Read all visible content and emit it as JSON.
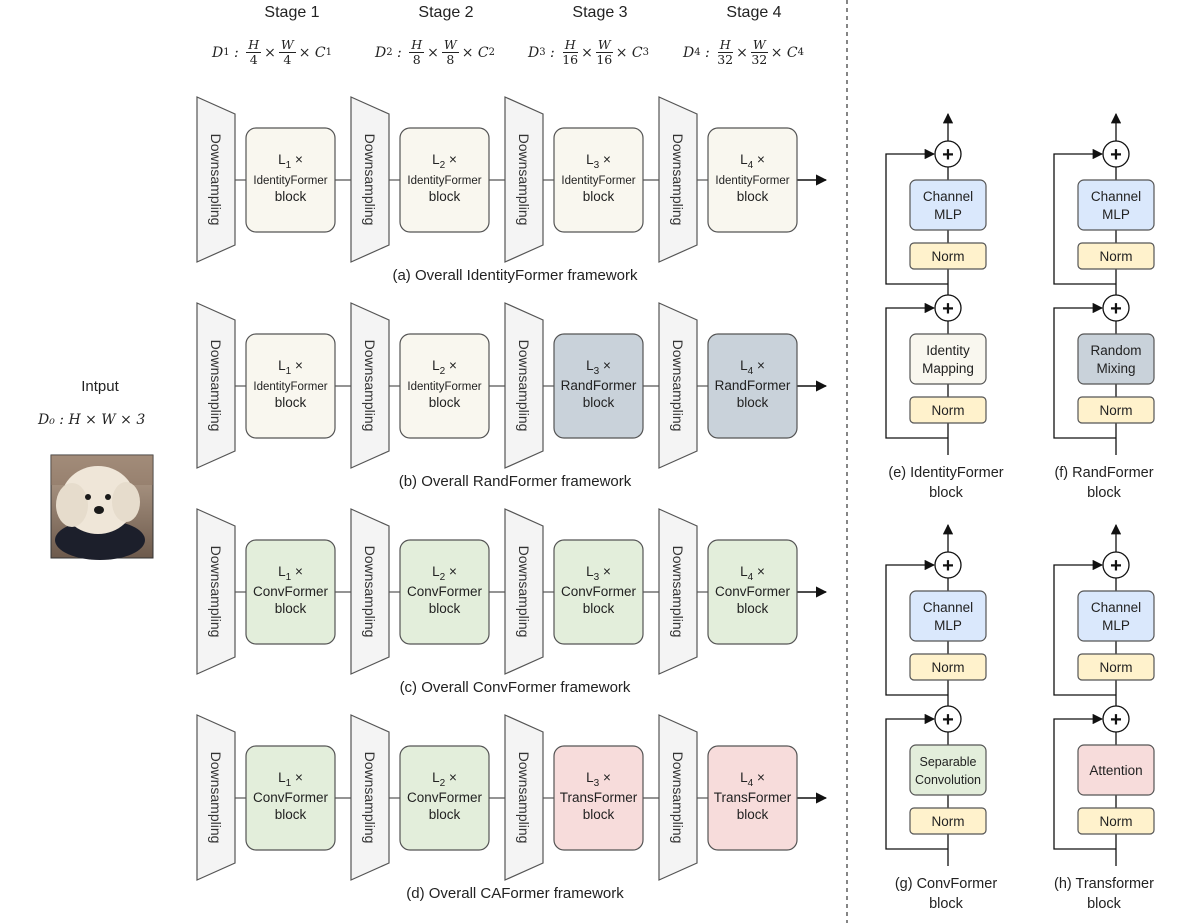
{
  "stages": [
    {
      "label": "Stage 1",
      "dim": {
        "name": "D",
        "sub": "1",
        "h_den": "4",
        "w_den": "4",
        "c": "C",
        "c_sub": "1"
      }
    },
    {
      "label": "Stage 2",
      "dim": {
        "name": "D",
        "sub": "2",
        "h_den": "8",
        "w_den": "8",
        "c": "C",
        "c_sub": "2"
      }
    },
    {
      "label": "Stage 3",
      "dim": {
        "name": "D",
        "sub": "3",
        "h_den": "16",
        "w_den": "16",
        "c": "C",
        "c_sub": "3"
      }
    },
    {
      "label": "Stage 4",
      "dim": {
        "name": "D",
        "sub": "4",
        "h_den": "32",
        "w_den": "32",
        "c": "C",
        "c_sub": "4"
      }
    }
  ],
  "frac_num_h": "H",
  "frac_num_w": "W",
  "downsampling_label": "Downsampling",
  "block_word": "block",
  "input": {
    "title": "Intput",
    "dim": "D₀ : H × W × 3"
  },
  "frameworks": [
    {
      "caption": "(a) Overall IdentityFormer framework",
      "stages": [
        {
          "prefix": "L",
          "sub": "1",
          "name": "IdentityFormer",
          "color": "#f9f7ef"
        },
        {
          "prefix": "L",
          "sub": "2",
          "name": "IdentityFormer",
          "color": "#f9f7ef"
        },
        {
          "prefix": "L",
          "sub": "3",
          "name": "IdentityFormer",
          "color": "#f9f7ef"
        },
        {
          "prefix": "L",
          "sub": "4",
          "name": "IdentityFormer",
          "color": "#f9f7ef"
        }
      ]
    },
    {
      "caption": "(b) Overall RandFormer framework",
      "stages": [
        {
          "prefix": "L",
          "sub": "1",
          "name": "IdentityFormer",
          "color": "#f9f7ef"
        },
        {
          "prefix": "L",
          "sub": "2",
          "name": "IdentityFormer",
          "color": "#f9f7ef"
        },
        {
          "prefix": "L",
          "sub": "3",
          "name": "RandFormer",
          "color": "#c9d2da"
        },
        {
          "prefix": "L",
          "sub": "4",
          "name": "RandFormer",
          "color": "#c9d2da"
        }
      ]
    },
    {
      "caption": "(c) Overall ConvFormer framework",
      "stages": [
        {
          "prefix": "L",
          "sub": "1",
          "name": "ConvFormer",
          "color": "#e3eedb"
        },
        {
          "prefix": "L",
          "sub": "2",
          "name": "ConvFormer",
          "color": "#e3eedb"
        },
        {
          "prefix": "L",
          "sub": "3",
          "name": "ConvFormer",
          "color": "#e3eedb"
        },
        {
          "prefix": "L",
          "sub": "4",
          "name": "ConvFormer",
          "color": "#e3eedb"
        }
      ]
    },
    {
      "caption": "(d) Overall CAFormer framework",
      "stages": [
        {
          "prefix": "L",
          "sub": "1",
          "name": "ConvFormer",
          "color": "#e3eedb"
        },
        {
          "prefix": "L",
          "sub": "2",
          "name": "ConvFormer",
          "color": "#e3eedb"
        },
        {
          "prefix": "L",
          "sub": "3",
          "name": "TransFormer",
          "color": "#f7dcdb"
        },
        {
          "prefix": "L",
          "sub": "4",
          "name": "TransFormer",
          "color": "#f7dcdb"
        }
      ]
    }
  ],
  "blocks": [
    {
      "id": "e",
      "caption_1": "(e) IdentityFormer",
      "caption_2": "block",
      "mixer": [
        "Identity",
        "Mapping"
      ],
      "mixer_color": "#f9f7ef"
    },
    {
      "id": "f",
      "caption_1": "(f) RandFormer",
      "caption_2": "block",
      "mixer": [
        "Random",
        "Mixing"
      ],
      "mixer_color": "#c9d2da"
    },
    {
      "id": "g",
      "caption_1": "(g) ConvFormer",
      "caption_2": "block",
      "mixer": [
        "Separable",
        "Convolution"
      ],
      "mixer_color": "#e3eedb"
    },
    {
      "id": "h",
      "caption_1": "(h) Transformer",
      "caption_2": "block",
      "mixer": [
        "Attention"
      ],
      "mixer_color": "#f7dcdb"
    }
  ],
  "block_labels": {
    "channel_mlp": [
      "Channel",
      "MLP"
    ],
    "norm": "Norm",
    "plus": "+"
  },
  "colors": {
    "channel_mlp": "#dae8fc",
    "norm": "#fff2cc",
    "downsampling": "#f4f4f4",
    "stroke": "#555555"
  }
}
